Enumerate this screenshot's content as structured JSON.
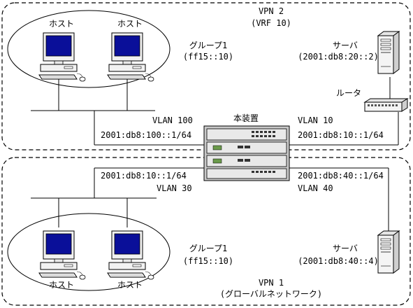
{
  "vpn2": {
    "title": "VPN 2",
    "subtitle": "(VRF 10)"
  },
  "vpn1": {
    "title": "VPN 1",
    "subtitle": "(グローバルネットワーク)"
  },
  "device": {
    "label": "本装置"
  },
  "top": {
    "host1": "ホスト",
    "host2": "ホスト",
    "group_name": "グループ1",
    "group_addr": "(ff15::10)",
    "server_name": "サーバ",
    "server_addr": "(2001:db8:20::2)",
    "router_label": "ルータ",
    "vlan_left": "VLAN 100",
    "addr_left": "2001:db8:100::1/64",
    "vlan_right": "VLAN 10",
    "addr_right": "2001:db8:10::1/64"
  },
  "bottom": {
    "host1": "ホスト",
    "host2": "ホスト",
    "group_name": "グループ1",
    "group_addr": "(ff15::10)",
    "server_name": "サーバ",
    "server_addr": "(2001:db8:40::4)",
    "vlan_left": "VLAN 30",
    "addr_left": "2001:db8:10::1/64",
    "vlan_right": "VLAN 40",
    "addr_right": "2001:db8:40::1/64"
  }
}
